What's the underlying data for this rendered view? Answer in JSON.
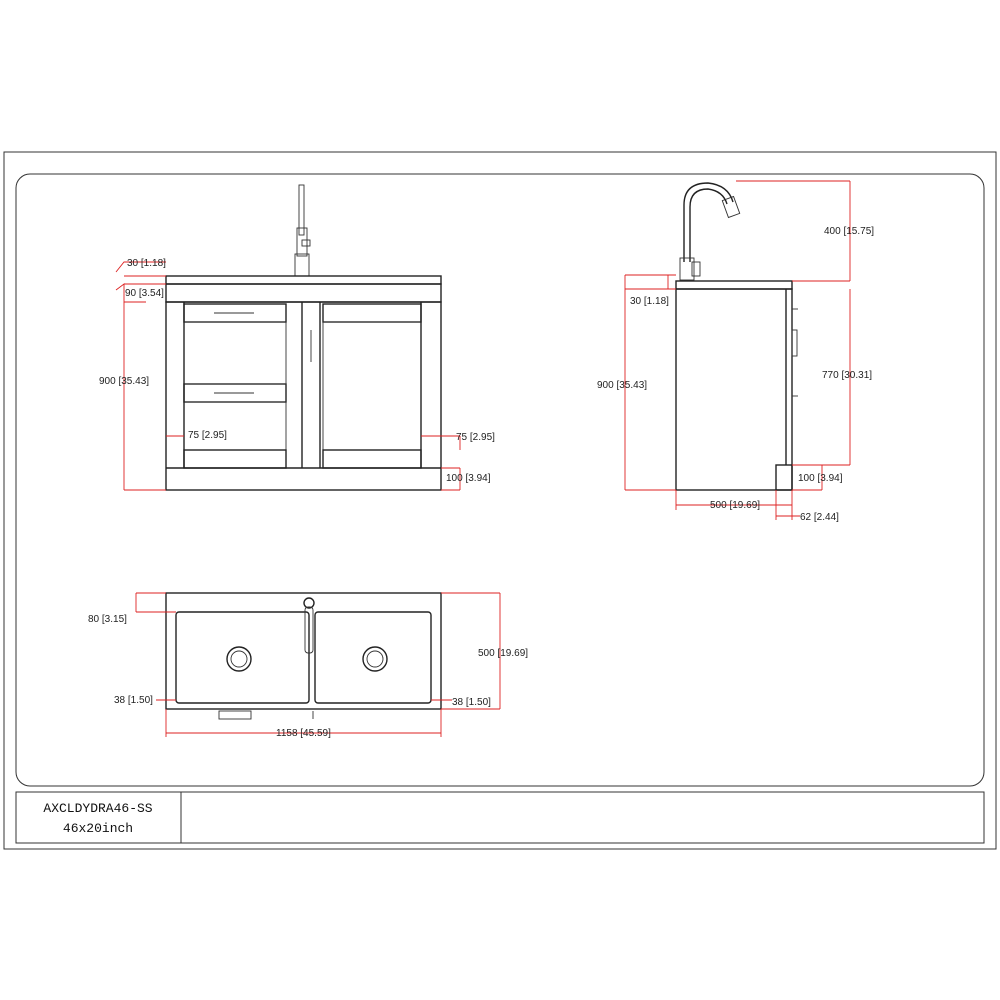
{
  "title_block": {
    "model": "AXCLDYDRA46-SS",
    "size": "46x20inch"
  },
  "front_view": {
    "dims": {
      "top_thickness": "30 [1.18]",
      "top_panel": "90 [3.54]",
      "height": "900 [35.43]",
      "stile_left": "75 [2.95]",
      "stile_right": "75 [2.95]",
      "toe_kick": "100 [3.94]"
    }
  },
  "side_view": {
    "dims": {
      "faucet_height": "400 [15.75]",
      "top_thickness": "30 [1.18]",
      "height": "900 [35.43]",
      "cabinet_height": "770 [30.31]",
      "toe_kick": "100 [3.94]",
      "depth": "500 [19.69]",
      "toe_recess": "62 [2.44]"
    }
  },
  "top_view": {
    "dims": {
      "back_edge": "80 [3.15]",
      "depth": "500 [19.69]",
      "side_left": "38 [1.50]",
      "side_right": "38 [1.50]",
      "width": "1158 [45.59]"
    }
  },
  "colors": {
    "dimension": "#dd2222",
    "outline": "#222222"
  }
}
